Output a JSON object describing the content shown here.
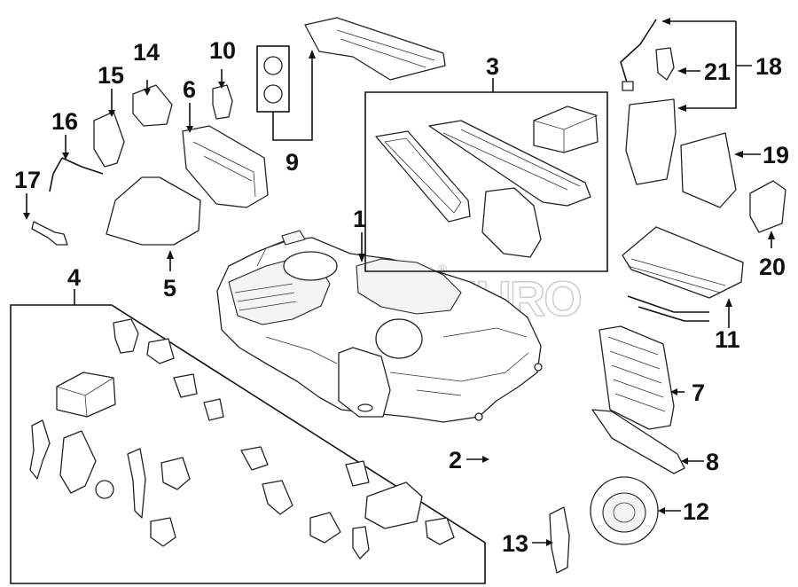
{
  "diagram": {
    "watermark": "FCPEURO",
    "registered_mark": "®",
    "callouts": [
      "1",
      "2",
      "3",
      "4",
      "5",
      "6",
      "7",
      "8",
      "9",
      "10",
      "11",
      "12",
      "13",
      "14",
      "15",
      "16",
      "17",
      "18",
      "19",
      "20",
      "21"
    ]
  }
}
